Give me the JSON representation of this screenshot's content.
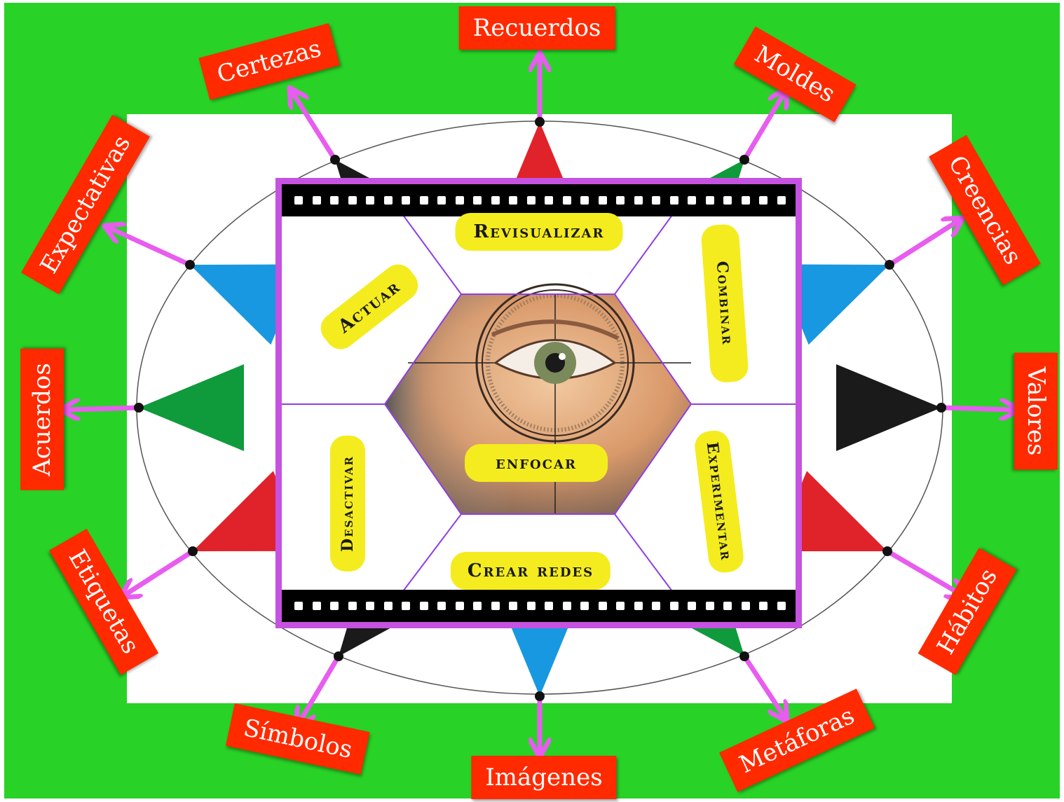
{
  "outer_labels": [
    {
      "id": "recuerdos",
      "text": "Recuerdos"
    },
    {
      "id": "certezas",
      "text": "Certezas"
    },
    {
      "id": "moldes",
      "text": "Moldes"
    },
    {
      "id": "expectativas",
      "text": "Expectativas"
    },
    {
      "id": "creencias",
      "text": "Creencias"
    },
    {
      "id": "acuerdos",
      "text": "Acuerdos"
    },
    {
      "id": "valores",
      "text": "Valores"
    },
    {
      "id": "etiquetas",
      "text": "Etiquetas"
    },
    {
      "id": "habitos",
      "text": "Hábitos"
    },
    {
      "id": "simbolos",
      "text": "Símbolos"
    },
    {
      "id": "imagenes",
      "text": "Imágenes"
    },
    {
      "id": "metaforas",
      "text": "Metáforas"
    }
  ],
  "inner_actions": {
    "revisualizar": "Revisualizar",
    "actuar": "Actuar",
    "combinar": "Combinar",
    "enfocar": "enfocar",
    "desactivar": "Desactivar",
    "experimentar": "Experimentar",
    "crear_redes": "Crear redes"
  },
  "colors": {
    "background": "#29d226",
    "tag": "#ff2a00",
    "arrow": "#e85cf0",
    "frame": "#c552e0",
    "pill": "#f4ec1e",
    "triangle_red": "#e0222a",
    "triangle_black": "#1a1a1a",
    "triangle_green": "#0f9a3c",
    "triangle_blue": "#1898e0"
  }
}
